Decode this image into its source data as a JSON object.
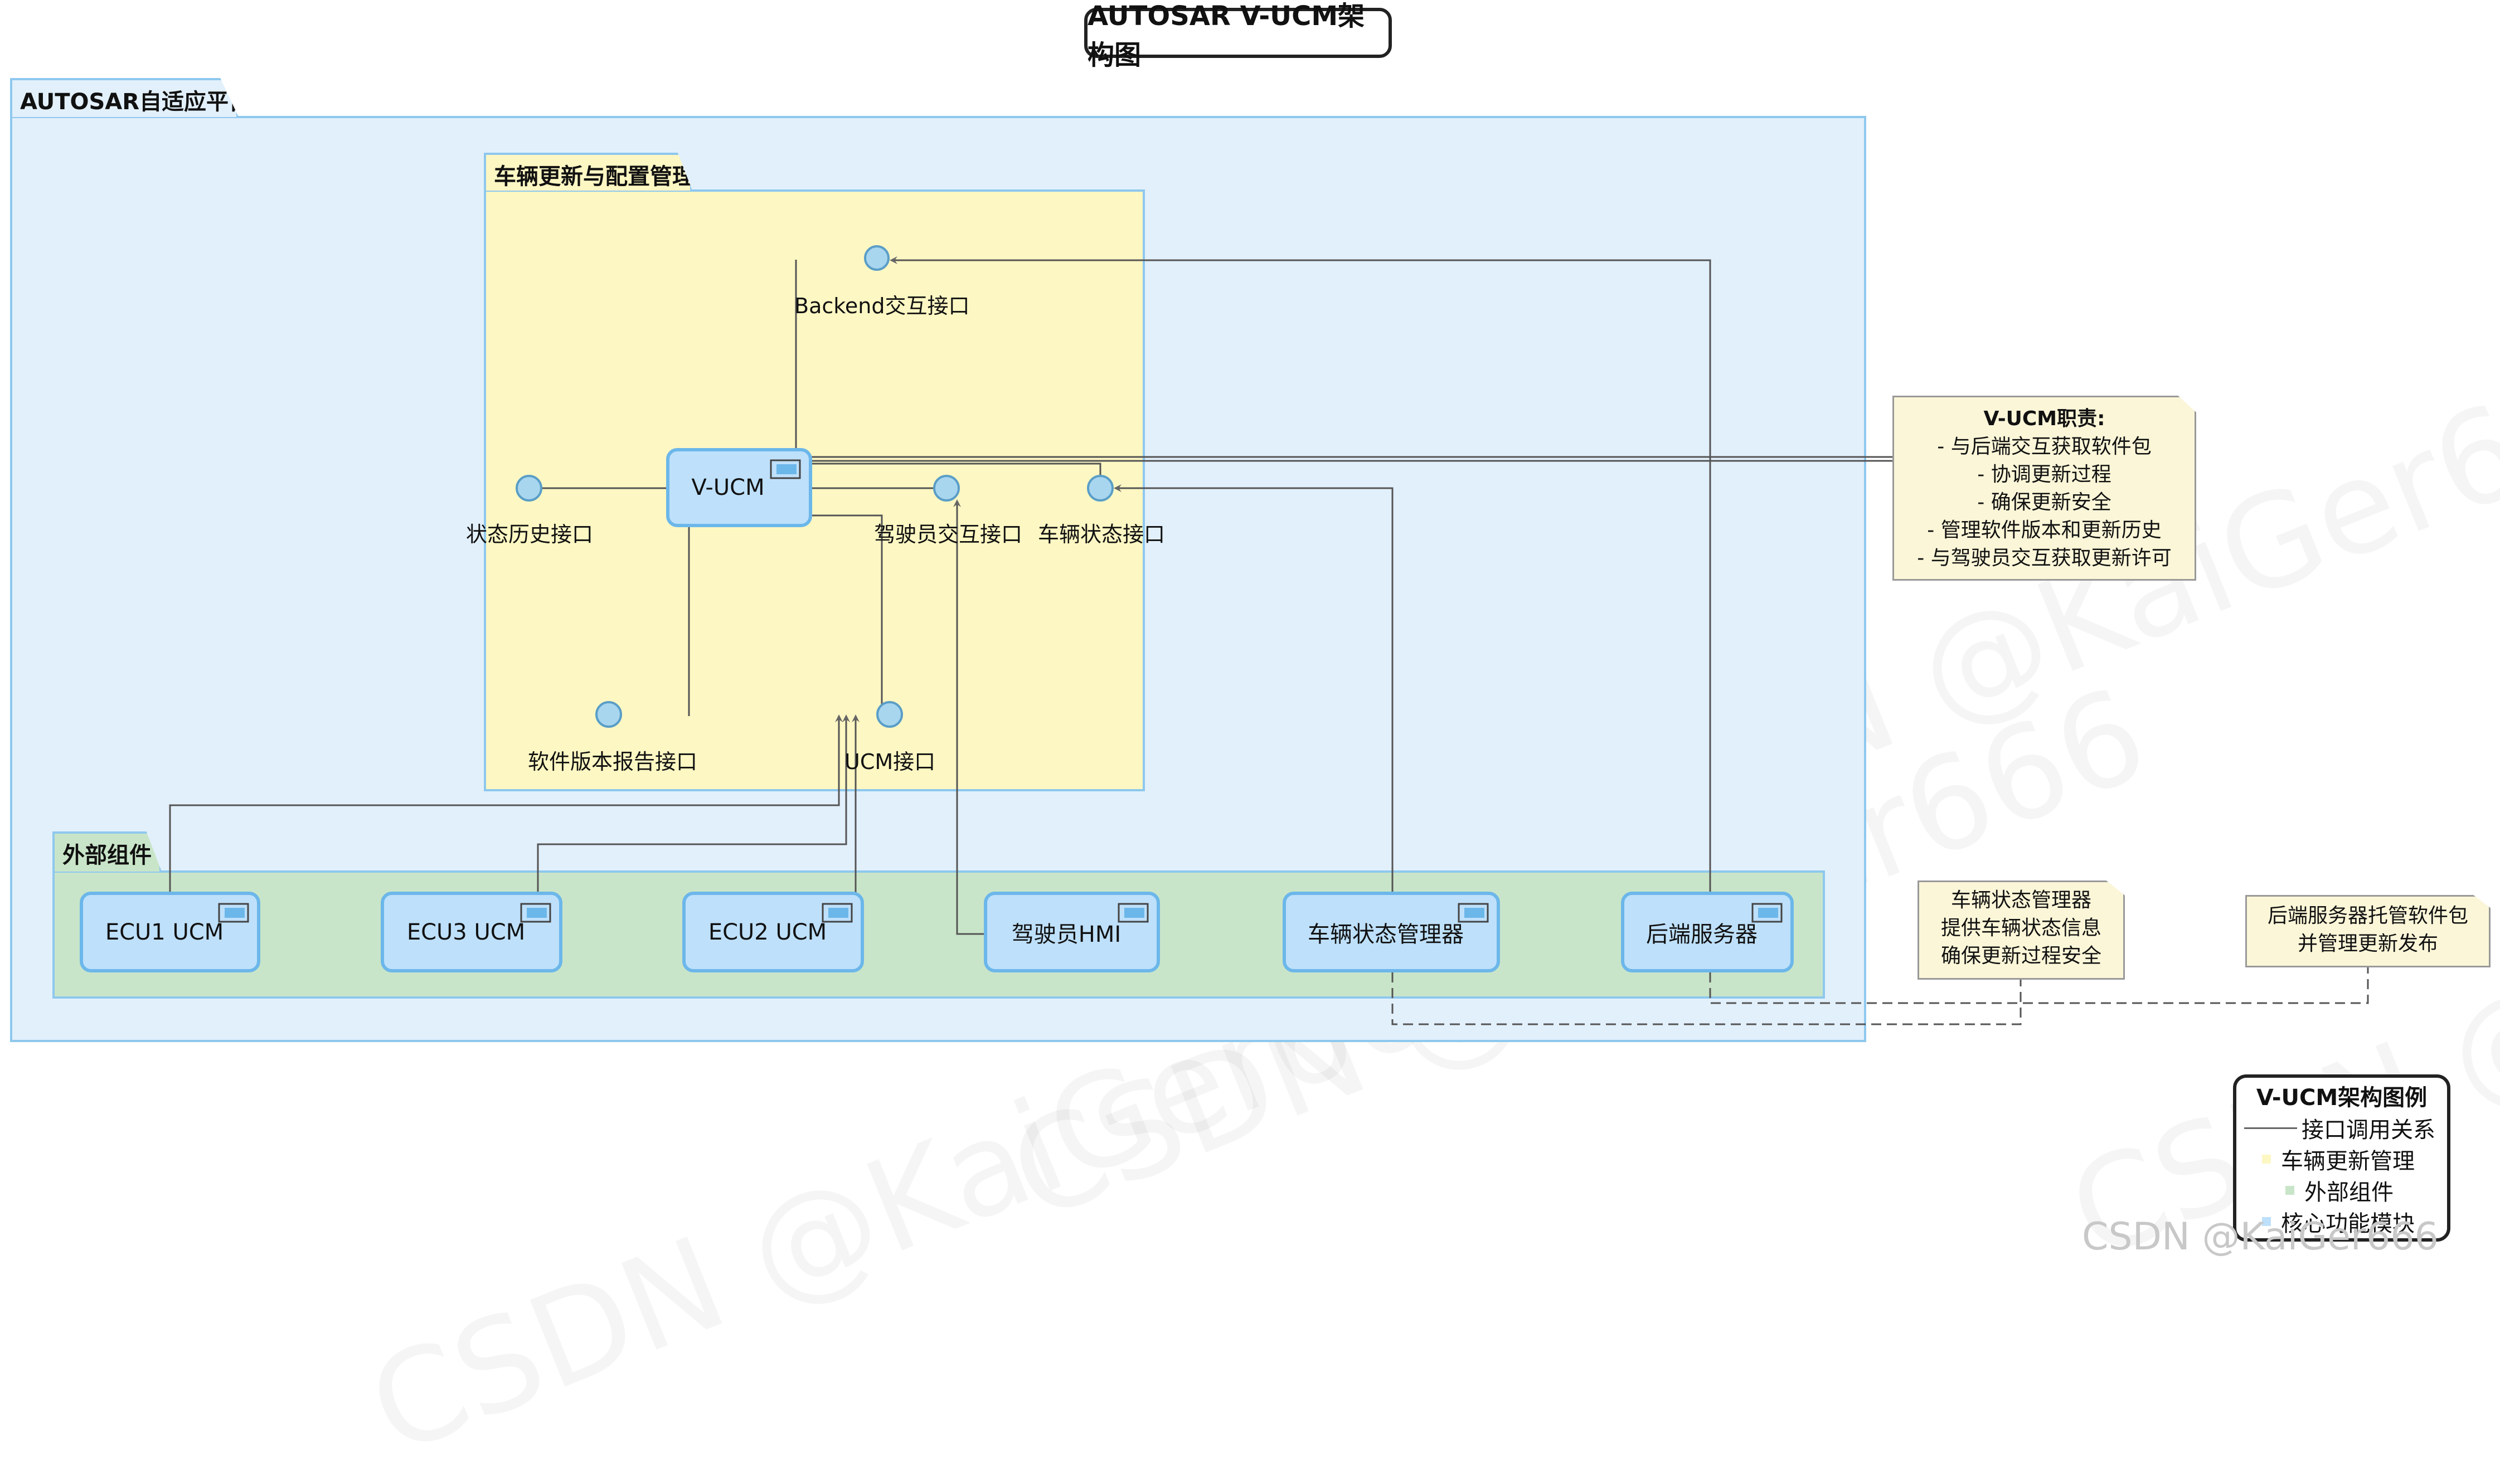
{
  "title": "AUTOSAR V-UCM架构图",
  "platform": {
    "label": "AUTOSAR自适应平台"
  },
  "vehicle_pkg": {
    "label": "车辆更新与配置管理"
  },
  "external_pkg": {
    "label": "外部组件"
  },
  "components": {
    "vucm": "V-UCM",
    "ecu1": "ECU1 UCM",
    "ecu3": "ECU3 UCM",
    "ecu2": "ECU2 UCM",
    "hmi": "驾驶员HMI",
    "vsm": "车辆状态管理器",
    "backend": "后端服务器"
  },
  "interfaces": {
    "backend": "Backend交互接口",
    "history": "状态历史接口",
    "driver": "驾驶员交互接口",
    "vehicle_state": "车辆状态接口",
    "sw_report": "软件版本报告接口",
    "ucm": "UCM接口"
  },
  "notes": {
    "vucm_title": "V-UCM职责:",
    "vucm_lines": [
      "- 与后端交互获取软件包",
      "- 协调更新过程",
      "- 确保更新安全",
      "- 管理软件版本和更新历史",
      "- 与驾驶员交互获取更新许可"
    ],
    "vsm_lines": [
      "车辆状态管理器",
      "提供车辆状态信息",
      "确保更新过程安全"
    ],
    "backend_lines": [
      "后端服务器托管软件包",
      "并管理更新发布"
    ]
  },
  "legend": {
    "title": "V-UCM架构图例",
    "items": [
      "接口调用关系",
      "车辆更新管理",
      "外部组件",
      "核心功能模块"
    ]
  },
  "colors": {
    "platform_fill": "#e2f0fb",
    "vehicle_fill": "#fdf7c3",
    "external_fill": "#c9e5c9",
    "component_fill": "#bee0fb",
    "component_border": "#6cb7ea",
    "note_fill": "#fbf6d8"
  },
  "watermark": "CSDN @KaiGer666"
}
